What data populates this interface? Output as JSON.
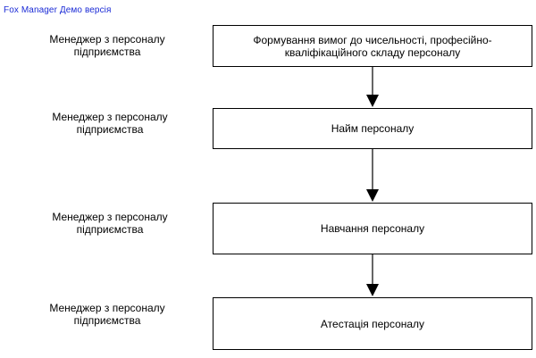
{
  "watermark": "Fox Manager Демо версія",
  "steps": [
    {
      "role": "Менеджер з персоналу підприємства",
      "process": "Формування вимог до чисельності, професійно-кваліфікаційного складу персоналу"
    },
    {
      "role": "Менеджер з персоналу підприємства",
      "process": "Найм персоналу"
    },
    {
      "role": "Менеджер з персоналу підприємства",
      "process": "Навчання персоналу"
    },
    {
      "role": "Менеджер з персоналу підприємства",
      "process": "Атестація персоналу"
    }
  ]
}
